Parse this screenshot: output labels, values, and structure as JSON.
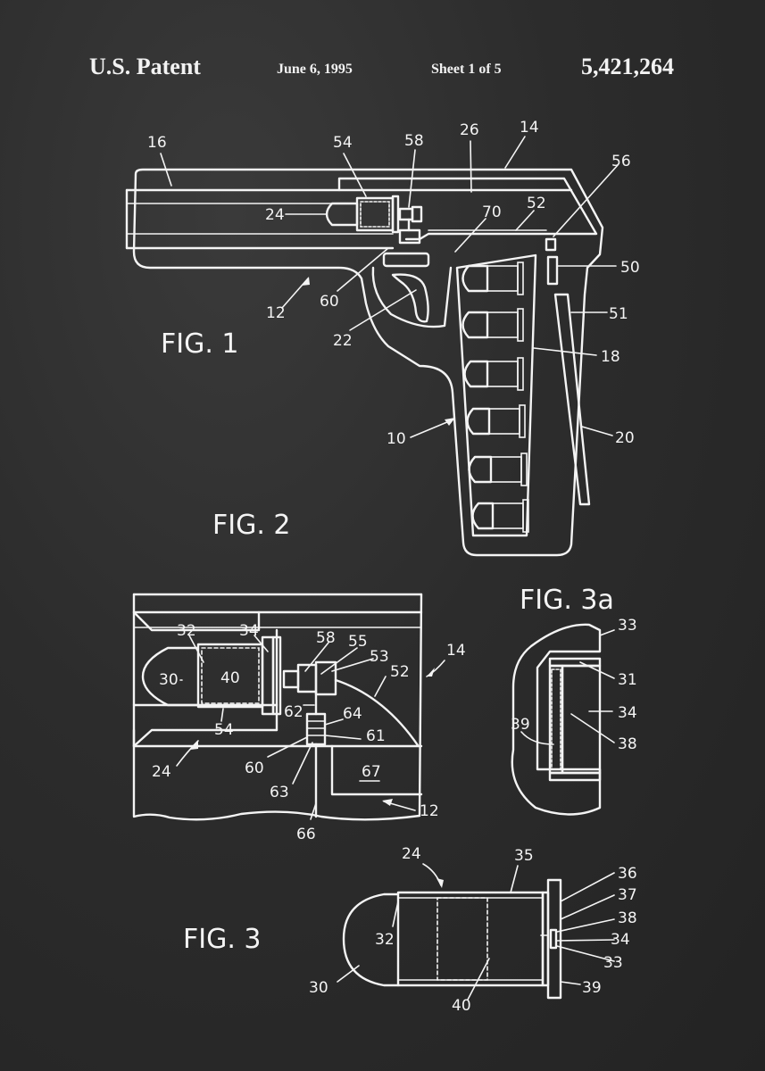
{
  "header": {
    "title": "U.S. Patent",
    "date": "June 6, 1995",
    "sheet": "Sheet 1 of 5",
    "patent_number": "5,421,264"
  },
  "figures": {
    "fig1": "FIG. 1",
    "fig2": "FIG. 2",
    "fig3": "FIG. 3",
    "fig3a": "FIG. 3a"
  },
  "refs": {
    "fig1": [
      "16",
      "54",
      "58",
      "26",
      "14",
      "56",
      "24",
      "70",
      "52",
      "50",
      "60",
      "12",
      "51",
      "22",
      "18",
      "10",
      "20"
    ],
    "fig2": [
      "32",
      "34",
      "58",
      "55",
      "53",
      "14",
      "30",
      "40",
      "52",
      "62",
      "64",
      "54",
      "61",
      "60",
      "24",
      "63",
      "67",
      "12",
      "66"
    ],
    "fig3a": [
      "33",
      "31",
      "34",
      "39",
      "38"
    ],
    "fig3": [
      "24",
      "35",
      "36",
      "37",
      "38",
      "32",
      "34",
      "33",
      "30",
      "39",
      "40"
    ]
  },
  "colors": {
    "board": "#2b2b2b",
    "chalk": "#f4f4f4"
  }
}
